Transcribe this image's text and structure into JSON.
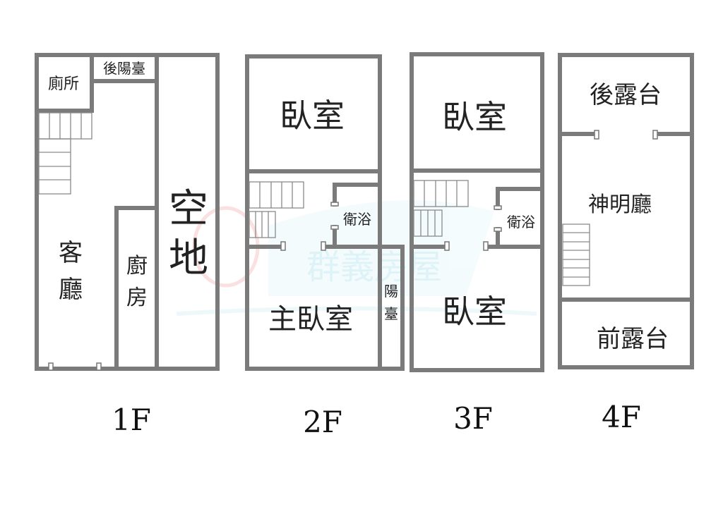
{
  "watermark": "群義房屋",
  "floors": [
    {
      "label": "1F",
      "rooms": {
        "toilet": "廁所",
        "back_balcony": "後陽臺",
        "living_1": "客",
        "living_2": "廳",
        "kitchen_1": "廚",
        "kitchen_2": "房",
        "open_1": "空",
        "open_2": "地"
      }
    },
    {
      "label": "2F",
      "rooms": {
        "bedroom": "臥室",
        "bath": "衛浴",
        "master": "主臥室",
        "balcony_1": "陽",
        "balcony_2": "臺"
      }
    },
    {
      "label": "3F",
      "rooms": {
        "bedroom_top": "臥室",
        "bath": "衛浴",
        "bedroom_bottom": "臥室"
      }
    },
    {
      "label": "4F",
      "rooms": {
        "back_terrace": "後露台",
        "shrine": "神明廳",
        "front_terrace": "前露台"
      }
    }
  ]
}
